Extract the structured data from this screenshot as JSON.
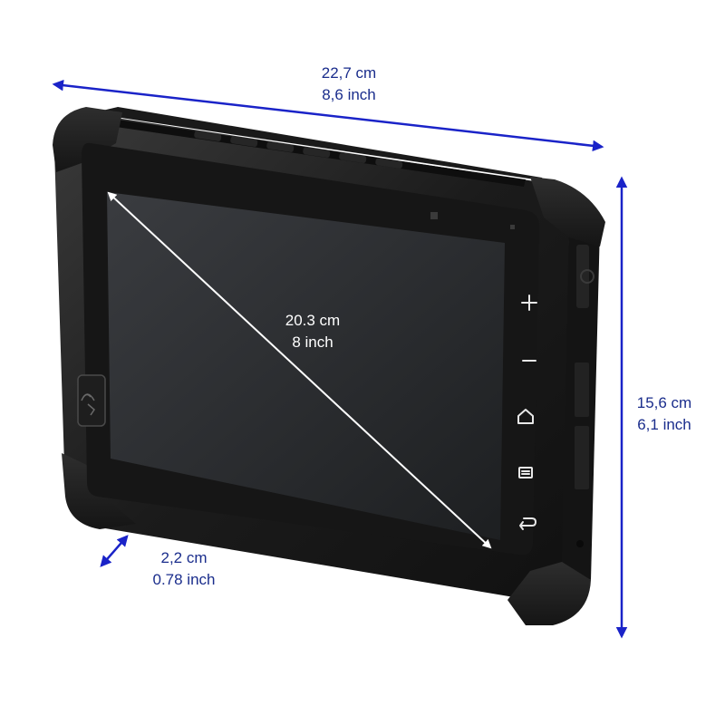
{
  "dimensions": {
    "width": {
      "cm": "22,7 cm",
      "inch": "8,6 inch"
    },
    "height": {
      "cm": "15,6 cm",
      "inch": "6,1 inch"
    },
    "depth": {
      "cm": "2,2 cm",
      "inch": "0.78 inch"
    },
    "diagonal": {
      "cm": "20.3 cm",
      "inch": "8 inch"
    }
  },
  "side_buttons": [
    "plus-icon",
    "minus-icon",
    "home-icon",
    "menu-icon",
    "back-icon"
  ],
  "nfc_icon": "nfc-icon",
  "colors": {
    "dimension_arrow": "#1a23c8",
    "dimension_text": "#1a2d8c",
    "body": "#1e1e1e",
    "screen": "#2a2c2f",
    "diagonal_arrow": "#ffffff"
  }
}
